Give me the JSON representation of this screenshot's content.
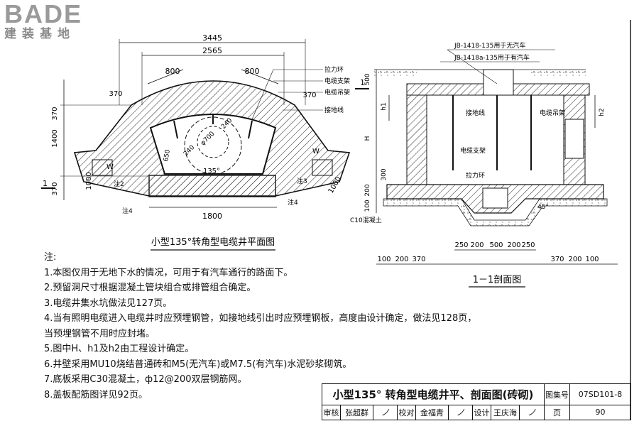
{
  "logo": {
    "main": "BADE",
    "sub": "建装基地"
  },
  "plan": {
    "title": "小型135°转角型电缆井平面图",
    "dims": {
      "top_total": "3445",
      "top_inner": "2565",
      "seg_left": "800",
      "seg_right": "800",
      "wall_tl": "370",
      "wall_tr": "370",
      "left_370": "370",
      "left_1400": "1400",
      "left_1000": "1000",
      "left_370b": "370",
      "right_1000": "1000",
      "w_left": "W",
      "w_right": "W",
      "d650": "650",
      "d240a": "240",
      "d240b": "240",
      "phi700": "φ700",
      "angle": "135°",
      "bottom": "1800"
    },
    "labels": {
      "lalihuan": "拉力环",
      "zhijia": "电缆支架",
      "diaojia": "电缆吊架",
      "jiedi": "接地线",
      "note2": "注2",
      "note4a": "注4",
      "note4b": "注4",
      "note3": "注3",
      "sec1a": "1",
      "sec1b": "1"
    }
  },
  "section": {
    "title": "1－1剖面图",
    "top_label1": "JB-1418-135用于无汽车",
    "top_label2": "JB-1418a-135用于有汽车",
    "labels": {
      "jiedi": "接地线",
      "diaojia": "电缆吊架",
      "zhijia": "电缆支架",
      "lalihuan": "拉力环",
      "c10": "C10混凝土",
      "h1": "h1",
      "h2": "h2",
      "H": "H",
      "deg45": "45°"
    },
    "dims": {
      "d500": "500",
      "d300": "300",
      "d200": "200",
      "d100": "100",
      "b250a": "250",
      "b200a": "200",
      "b500": "500",
      "b200b": "200",
      "b250b": "250",
      "bl100": "100",
      "bl200": "200",
      "bl370": "370",
      "br370": "370",
      "br200": "200",
      "br100": "100"
    }
  },
  "notes": [
    "注:",
    "1.本图仅用于无地下水的情况，可用于有汽车通行的路面下。",
    "2.预留洞尺寸根据混凝土管块组合或排管组合确定。",
    "3.电缆井集水坑做法见127页。",
    "4.当有照明电缆进入电缆井时应预埋钢管，如接地线引出时应预埋钢板，高度由设计确定，做法见128页，",
    "   当预埋钢管不用时应封堵。",
    "5.图中H、h1及h2由工程设计确定。",
    "6.井壁采用MU10烧结普通砖和M5(无汽车)或M7.5(有汽车)水泥砂浆砌筑。",
    "7.底板采用C30混凝土，ф12@200双层钢筋网。",
    "8.盖板配筋图详见92页。"
  ],
  "title_block": {
    "title": "小型135° 转角型电缆井平、剖面图(砖砌)",
    "atlas_label": "图集号",
    "atlas_no": "07SD101-8",
    "review_label": "审核",
    "reviewer": "张超群",
    "check_label": "校对",
    "checker": "金福青",
    "design_label": "设计",
    "designer": "王庆海",
    "page_label": "页",
    "page_no": "90"
  }
}
